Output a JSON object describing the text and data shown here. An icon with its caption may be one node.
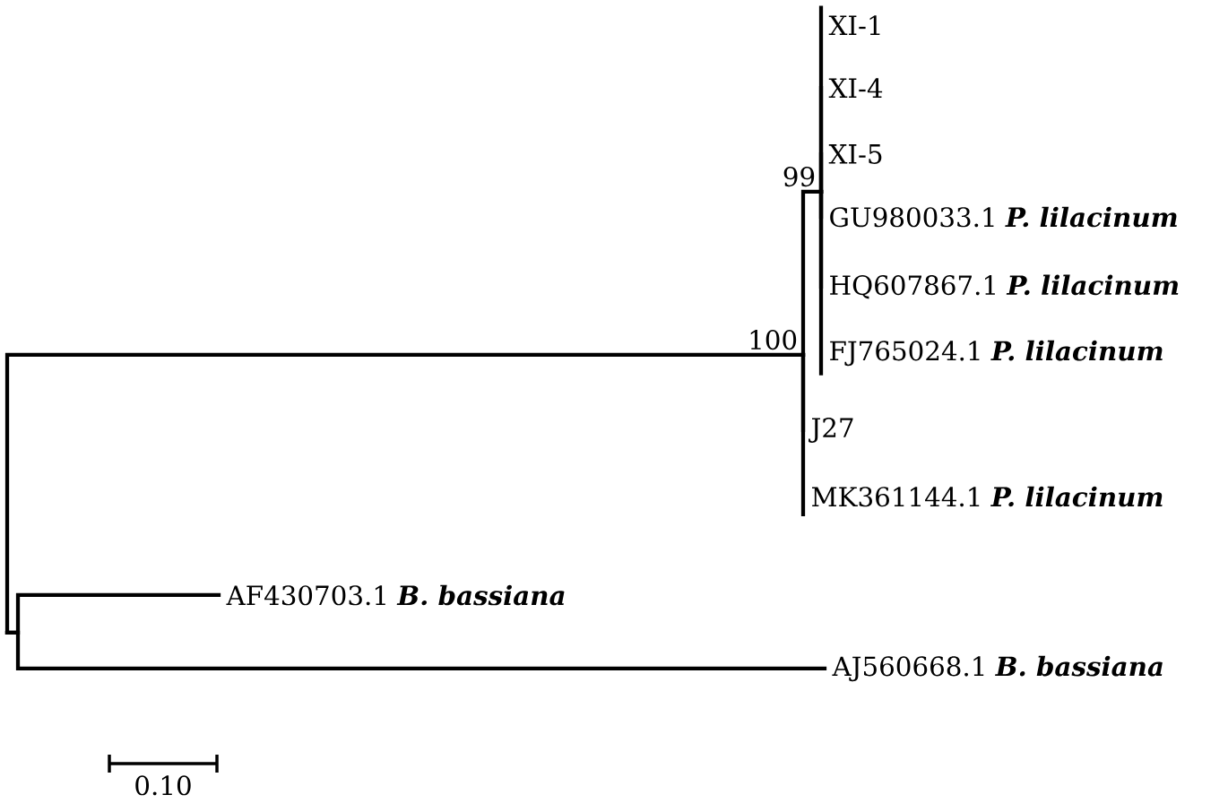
{
  "diagram": {
    "nodes": [
      {
        "text": [
          "XI-1"
        ]
      },
      {
        "text": [
          "XI-4"
        ]
      },
      {
        "text": [
          "XI-5"
        ]
      },
      {
        "text": [
          "99"
        ]
      },
      {
        "text": [
          "GU980033.1 *P. lilacinum*"
        ]
      },
      {
        "text": [
          "HQ607867.1 *P. lilacinum*"
        ]
      },
      {
        "text": [
          "100"
        ]
      },
      {
        "text": [
          "FJ765024.1 *P. lilacinum*"
        ]
      },
      {
        "text": [
          "J27"
        ]
      },
      {
        "text": [
          "MK361144.1 *P. lilacinum*"
        ]
      },
      {
        "text": [
          "AF430703.1 *B. bassiana*"
        ]
      },
      {
        "text": [
          "AJ560668.1 *B. bassiana*"
        ]
      }
    ],
    "edges": [
      {
        "from": null,
        "to": 6,
        "arrow": "none"
      },
      {
        "from": 6,
        "to": 3,
        "arrow": "none"
      },
      {
        "from": 3,
        "to": 0,
        "arrow": "none"
      },
      {
        "from": 3,
        "to": 1,
        "arrow": "none"
      },
      {
        "from": 3,
        "to": 2,
        "arrow": "none"
      },
      {
        "from": 3,
        "to": 4,
        "arrow": "none"
      },
      {
        "from": 3,
        "to": 5,
        "arrow": "none"
      },
      {
        "from": 3,
        "to": 7,
        "arrow": "none"
      },
      {
        "from": 6,
        "to": 8,
        "arrow": "none"
      },
      {
        "from": 6,
        "to": 9,
        "arrow": "none"
      },
      {
        "from": null,
        "to": 10,
        "arrow": "none"
      },
      {
        "from": null,
        "to": 11,
        "arrow": "none"
      }
    ],
    "labels": [
      "0.10"
    ]
  }
}
